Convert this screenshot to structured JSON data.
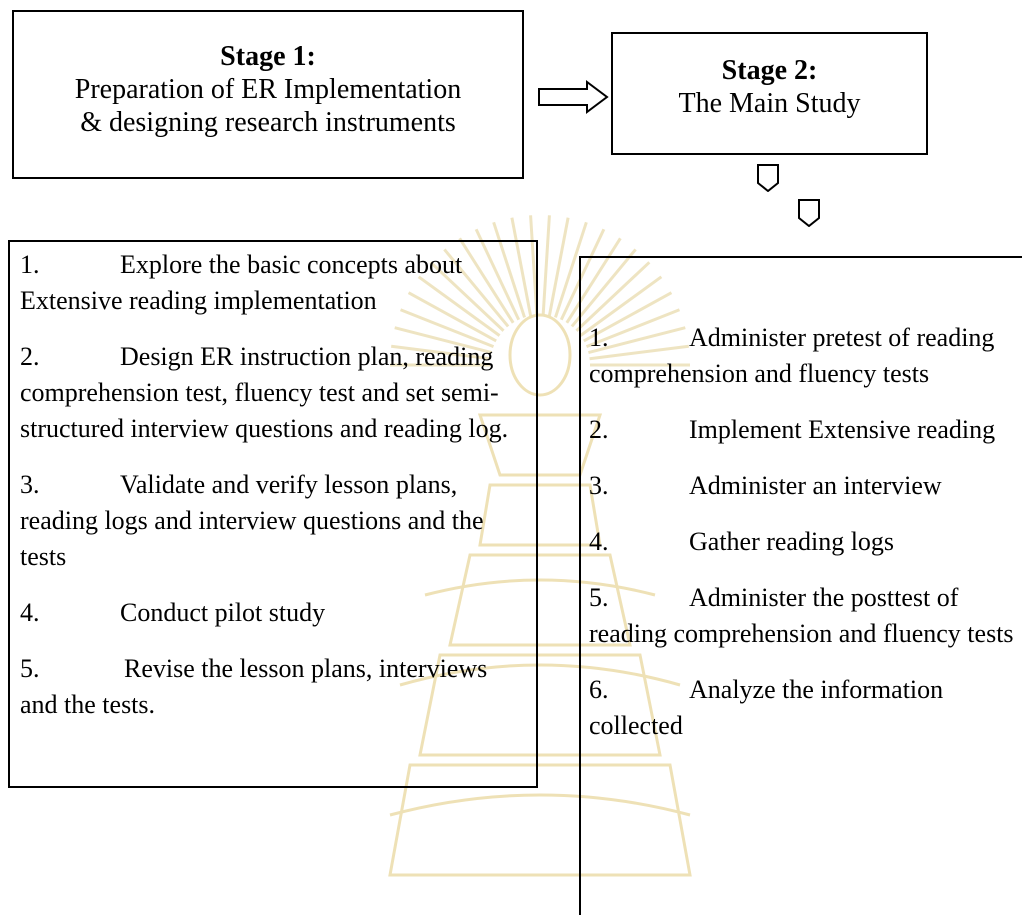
{
  "stage1": {
    "title": "Stage 1:",
    "line1": "Preparation of ER Implementation",
    "line2": "& designing research instruments"
  },
  "stage2": {
    "title": "Stage 2:",
    "line1": "The Main Study"
  },
  "left_list": [
    {
      "num": "1.",
      "text": "Explore the basic concepts",
      "rest": "about Extensive reading implementation"
    },
    {
      "num": "2.",
      "text": "Design ER instruction plan,",
      "rest": "reading comprehension test, fluency test and set semi-structured interview questions and reading log."
    },
    {
      "num": "3.",
      "text": "Validate and verify lesson",
      "rest": "plans, reading logs and interview questions and the tests"
    },
    {
      "num": "4.",
      "text": "Conduct pilot study",
      "rest": ""
    },
    {
      "num": "5.",
      "text": "Revise the lesson plans,",
      "rest": "interviews and the tests."
    }
  ],
  "right_list": [
    {
      "num": "1.",
      "text": "Administer pretest of",
      "rest": "reading comprehension and fluency tests"
    },
    {
      "num": "2.",
      "text": "Implement Extensive",
      "rest": "reading"
    },
    {
      "num": "3.",
      "text": "Administer an interview",
      "rest": ""
    },
    {
      "num": "4.",
      "text": "Gather reading logs",
      "rest": ""
    },
    {
      "num": "5.",
      "text": "Administer the posttest",
      "rest": "of reading comprehension and fluency tests"
    },
    {
      "num": "6.",
      "text": "Analyze the information",
      "rest": "collected"
    }
  ],
  "colors": {
    "border": "#000000",
    "text": "#000000",
    "watermark": "#e9d9a6"
  }
}
